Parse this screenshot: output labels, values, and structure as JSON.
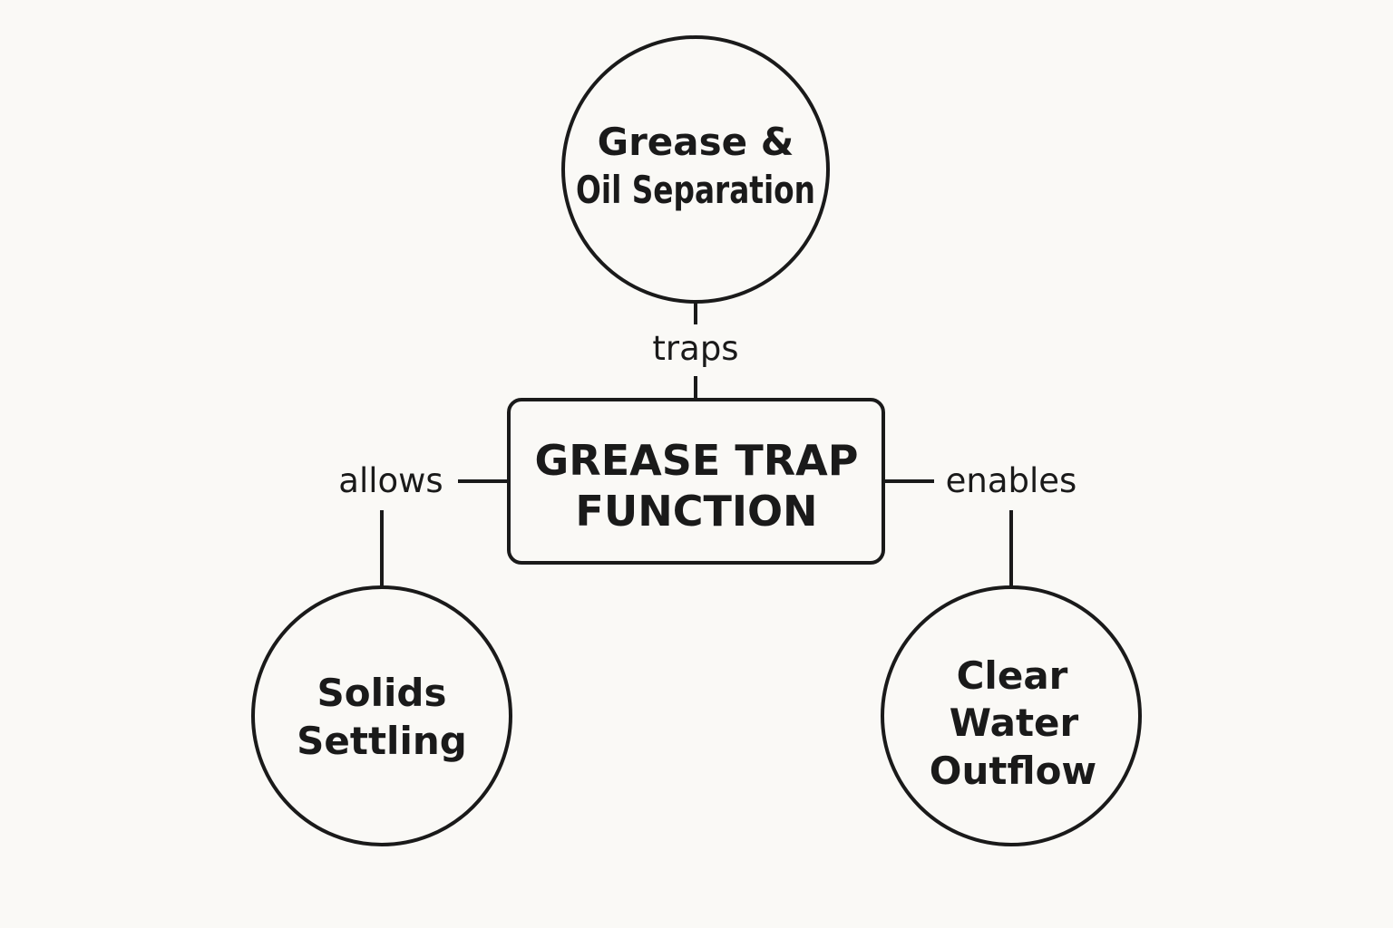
{
  "colors": {
    "background": "#faf9f6",
    "ink": "#1a1a1a"
  },
  "center": {
    "lines": [
      "GREASE TRAP",
      "FUNCTION"
    ]
  },
  "nodes": {
    "top": {
      "lines": [
        "Grease &",
        "Oil Separation"
      ]
    },
    "left": {
      "lines": [
        "Solids",
        "Settling"
      ]
    },
    "right": {
      "lines": [
        "Clear",
        "Water",
        "Outflow"
      ]
    }
  },
  "edges": {
    "top": {
      "label": "traps"
    },
    "left": {
      "label": "allows"
    },
    "right": {
      "label": "enables"
    }
  }
}
